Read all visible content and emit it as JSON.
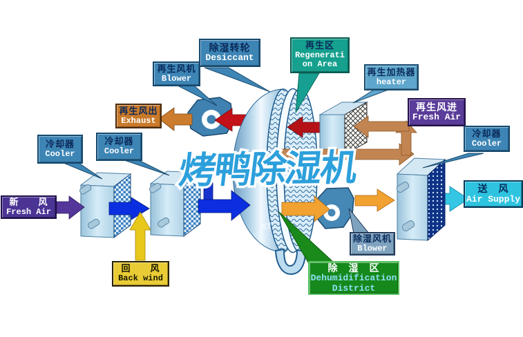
{
  "title": "烤鸭除湿机",
  "watermark": {
    "text": "烤鸭除湿机",
    "wheel_text": "xt"
  },
  "labels": {
    "desiccant": {
      "zh": "除湿转轮",
      "en": "Desiccant"
    },
    "regen_area": {
      "zh": "再生区",
      "en1": "Regenerati",
      "en2": "on Area"
    },
    "regen_blower": {
      "zh": "再生风机",
      "en": "Blower"
    },
    "exhaust": {
      "zh": "再生风出",
      "en": "Exhaust"
    },
    "heater": {
      "zh": "再生加热器",
      "en": "heater"
    },
    "regen_fresh_air": {
      "zh": "再生风进",
      "en": "Fresh Air"
    },
    "cooler_left1": {
      "zh": "冷却器",
      "en": "Cooler"
    },
    "cooler_left2": {
      "zh": "冷却器",
      "en": "Cooler"
    },
    "cooler_right": {
      "zh": "冷却器",
      "en": "Cooler"
    },
    "fresh_air": {
      "zh": "新　　风",
      "en": "Fresh Air"
    },
    "back_wind": {
      "zh": "回　　风",
      "en": "Back wind"
    },
    "dehum_blower": {
      "zh": "除湿风机",
      "en": "Blower"
    },
    "dehum_district": {
      "zh": "除　湿　区",
      "en1": "Dehumidification",
      "en2": "District"
    },
    "air_supply": {
      "zh": "送　风",
      "en": "Air Supply"
    }
  },
  "colors": {
    "label_blue": "#3d85b5",
    "label_teal": "#16a08e",
    "label_orange": "#c8792a",
    "label_purple": "#5a3c9a",
    "label_purple_dark": "#4b3494",
    "label_cyan": "#2ec4e0",
    "label_yellow": "#e9cb35",
    "label_green": "#15891c",
    "label_grayblue": "#7fa3bf",
    "label_heater_blue": "#5ea6cc",
    "arrow_red": "#c41018",
    "arrow_orange": "#f2a231",
    "arrow_exhaust_orange": "#cc7c2e",
    "arrow_tan": "#c28552",
    "arrow_blue": "#0b2fe0",
    "arrow_purple": "#55379c",
    "arrow_yellow": "#e8c81a",
    "arrow_cyan": "#35c6e4",
    "watermark_blue": "#2da0dc",
    "wheel_blue": "#9cc4de"
  }
}
